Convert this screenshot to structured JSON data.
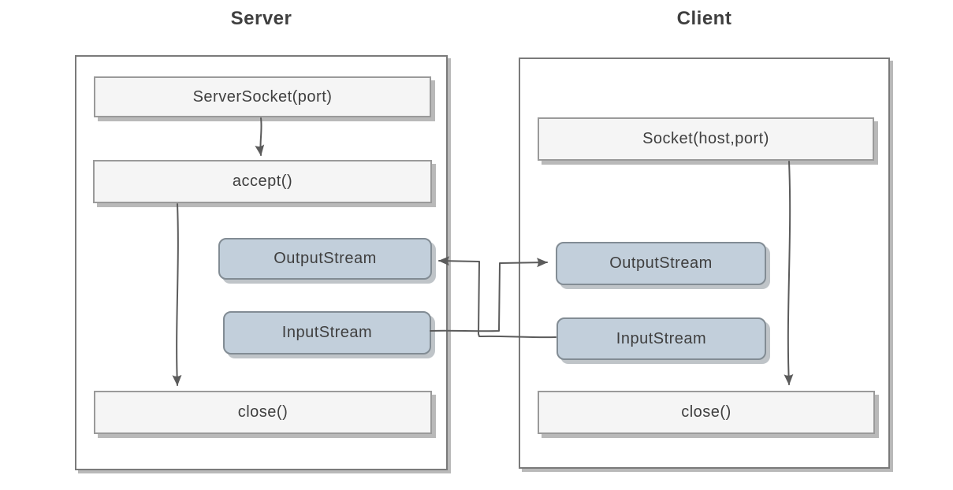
{
  "colors": {
    "stream_fill": "#c2cfdb",
    "stream_border": "#828c94",
    "process_fill": "#f5f5f5",
    "process_border": "#9a9a9a",
    "container_border": "#7a7a7a",
    "connector": "#5b5b5b",
    "text": "#3f3f3f"
  },
  "server": {
    "title": "Server",
    "serversocket_label": "ServerSocket(port)",
    "accept_label": "accept()",
    "outputstream_label": "OutputStream",
    "inputstream_label": "InputStream",
    "close_label": "close()"
  },
  "client": {
    "title": "Client",
    "socket_label": "Socket(host,port)",
    "outputstream_label": "OutputStream",
    "inputstream_label": "InputStream",
    "close_label": "close()"
  }
}
